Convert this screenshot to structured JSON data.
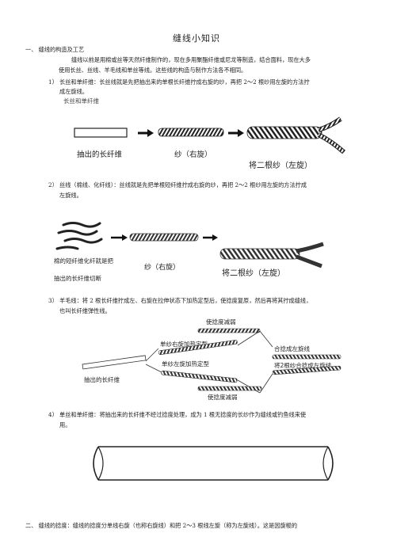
{
  "doc": {
    "title": "缝线小知识",
    "s1_heading": "一、 缝线的构造及工艺",
    "s1_intro_1": "缝线以前是用棉或丝等天然纤维制作的，现在多用聚酯纤维或尼龙等制造，结合面料，现在大多",
    "s1_intro_2": "使用长丝、丝线、羊毛线和单丝等线。这些线的构造与制作方法各不相同。",
    "item1_1": "1） 长丝和单纤维：长丝线就是先把抽出来的单根长纤维拧成右旋的纱，再把 2～2 根纱用左旋的方法拧",
    "item1_2": "成左旋线。",
    "item2_1": "2） 丝线（棉线、化纤线）：丝线就是先把单根短纤维拧成右旋的纱，再把 2～2 根纱用左旋的方法拧成",
    "item2_2": "左旋线。",
    "item3_1": "3） 羊毛线：将 2 根长纤维拧成左、右旋在拉伸状态下加热定型后，使捻度复原，然后再将其拧成缝线，",
    "item3_2": "也叫长纤维弹性线。",
    "item4_1": "4） 单丝和单纤维：将抽出来的长纤维不经过捻度处理，成为 1 根无捻度的长纱作为缝线或钓鱼线来使",
    "item4_2": "用。",
    "s2_1": "二、 缝线的捻度：缝线的捻度分单线右旋（也称右旋线）和把 2～3 根线左旋（称为左旋线）。这是因旋梭的"
  },
  "figures": {
    "fig1": {
      "cropped_caption": "长丝和单纤维",
      "label_fiber": "抽出的长纤维",
      "label_yarn": "纱（右旋）",
      "label_twist": "将二根纱（左旋）"
    },
    "fig2": {
      "label_short_1": "棉的短纤维化纤就是把",
      "label_short_2": "抽出的长纤维切断",
      "label_yarn": "纱（右旋）",
      "label_twist": "将二根纱（左旋）"
    },
    "fig3": {
      "label_reduce_top": "使捻度减弱",
      "label_right_heat": "单纱右旋加热定型",
      "label_left_heat": "单纱左旋加热定型",
      "label_fiber": "抽出的长纤维",
      "label_combine_1": "合捻成左旋线",
      "label_combine_2": "将2根纱合捻成左旋线",
      "label_reduce_bottom": "使捻度减弱"
    }
  },
  "colors": {
    "text": "#222222",
    "line": "#333333"
  }
}
